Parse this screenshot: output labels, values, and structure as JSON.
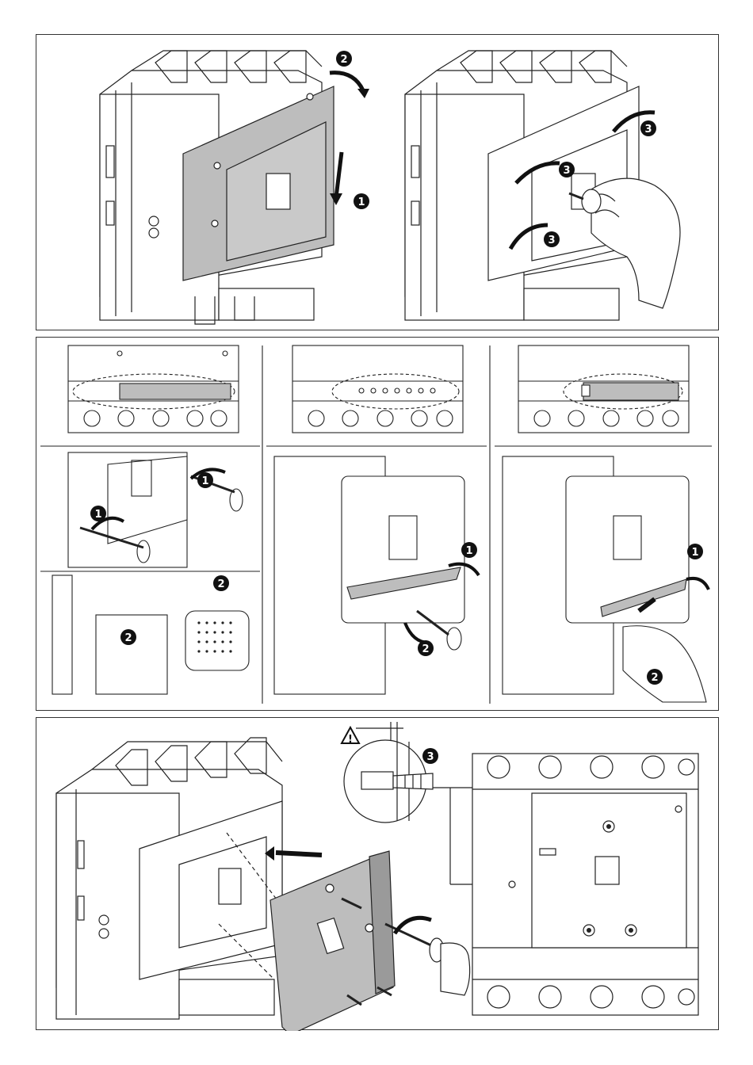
{
  "steps": {
    "one": "1",
    "two": "2",
    "three": "3"
  },
  "warning_symbol": "!",
  "colors": {
    "line": "#222222",
    "cover_fill": "#bdbdbd",
    "cover_dark": "#9a9a9a",
    "badge": "#111111",
    "badge_text": "#ffffff"
  },
  "icons": [
    "arrow-icon",
    "warning-triangle-icon",
    "screwdriver-icon",
    "hand-icon",
    "screw-icon"
  ]
}
